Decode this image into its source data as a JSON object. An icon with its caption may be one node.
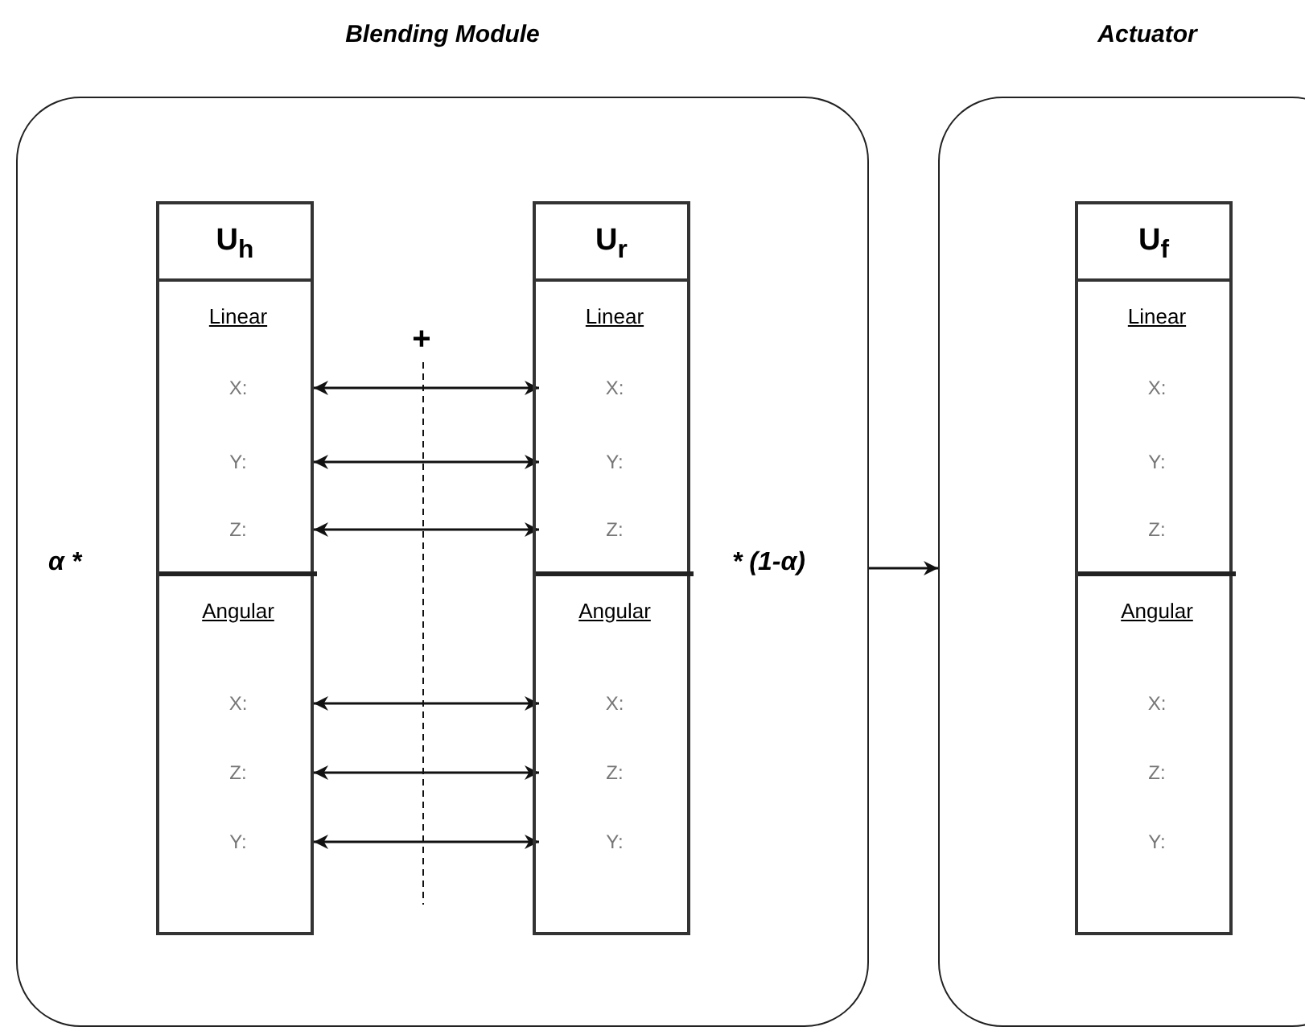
{
  "diagram": {
    "nodes": [
      {
        "text": [
          "Blending Module"
        ]
      },
      {
        "text": [
          "U$_{h}$"
        ],
        "in": 0
      },
      {
        "text": [
          "Linear"
        ],
        "in": 1
      },
      {
        "text": [
          "X:"
        ],
        "in": 2
      },
      {
        "text": [
          "Y:"
        ],
        "in": 2
      },
      {
        "text": [
          "Z:"
        ],
        "in": 2
      },
      {
        "text": [
          "Angular"
        ],
        "in": 1
      },
      {
        "text": [
          "X:"
        ],
        "in": 6
      },
      {
        "text": [
          "Z:"
        ],
        "in": 6
      },
      {
        "text": [
          "Y:"
        ],
        "in": 6
      },
      {
        "text": [
          "U$_{r}$"
        ],
        "in": 0
      },
      {
        "text": [
          "Linear"
        ],
        "in": 10
      },
      {
        "text": [
          "X:"
        ],
        "in": 11
      },
      {
        "text": [
          "Y:"
        ],
        "in": 11
      },
      {
        "text": [
          "Z:"
        ],
        "in": 11
      },
      {
        "text": [
          "Angular"
        ],
        "in": 10
      },
      {
        "text": [
          "X:"
        ],
        "in": 15
      },
      {
        "text": [
          "Z:"
        ],
        "in": 15
      },
      {
        "text": [
          "Y:"
        ],
        "in": 15
      },
      {
        "text": [
          "Actuator"
        ]
      },
      {
        "text": [
          "U$_{f}$"
        ],
        "in": 19
      },
      {
        "text": [
          "Linear"
        ],
        "in": 20
      },
      {
        "text": [
          "X:"
        ],
        "in": 21
      },
      {
        "text": [
          "Y:"
        ],
        "in": 21
      },
      {
        "text": [
          "Z:"
        ],
        "in": 21
      },
      {
        "text": [
          "Angular"
        ],
        "in": 20
      },
      {
        "text": [
          "X:"
        ],
        "in": 25
      },
      {
        "text": [
          "Z:"
        ],
        "in": 25
      },
      {
        "text": [
          "Y:"
        ],
        "in": 25
      }
    ],
    "edges": [
      {
        "from": 3,
        "to": 12,
        "arrow": "both"
      },
      {
        "from": 4,
        "to": 13,
        "arrow": "both"
      },
      {
        "from": 5,
        "to": 14,
        "arrow": "both"
      },
      {
        "from": 7,
        "to": 16,
        "arrow": "both"
      },
      {
        "from": 8,
        "to": 17,
        "arrow": "both"
      },
      {
        "from": 9,
        "to": 18,
        "arrow": "both"
      },
      {
        "from": 0,
        "to": 19,
        "arrow": "to"
      }
    ],
    "labels": [
      "+",
      "α *",
      "* (1-α)"
    ]
  }
}
